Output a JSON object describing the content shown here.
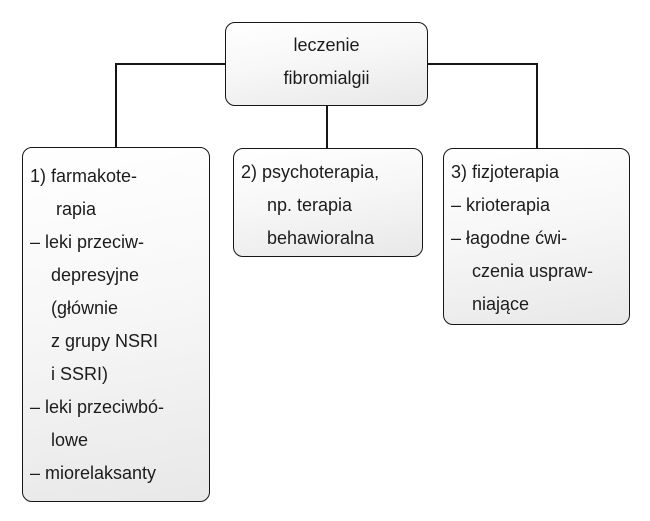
{
  "flowchart": {
    "root_box": {
      "lines": [
        "leczenie",
        "fibromialgii"
      ]
    },
    "branch_pharmacotherapy": {
      "lines": [
        "1) farmakote-",
        "rapia",
        "– leki przeciw-",
        "depresyjne",
        "(głównie",
        "z grupy NSRI",
        "i SSRI)",
        "– leki przeciwbó-",
        "lowe",
        "– miorelaksanty"
      ]
    },
    "branch_psychotherapy": {
      "lines": [
        "2) psychoterapia,",
        "np. terapia",
        "behawioralna"
      ]
    },
    "branch_physiotherapy": {
      "lines": [
        "3) fizjoterapia",
        "– krioterapia",
        "– łagodne ćwi-",
        "czenia uspraw-",
        "niające"
      ]
    }
  },
  "colors": {
    "border": "#161616",
    "connector_line": "#161616",
    "text": "#1c1c1c",
    "box_fill_top": "#ffffff",
    "box_fill_bottom": "#e8e8e8",
    "background": "#ffffff"
  }
}
